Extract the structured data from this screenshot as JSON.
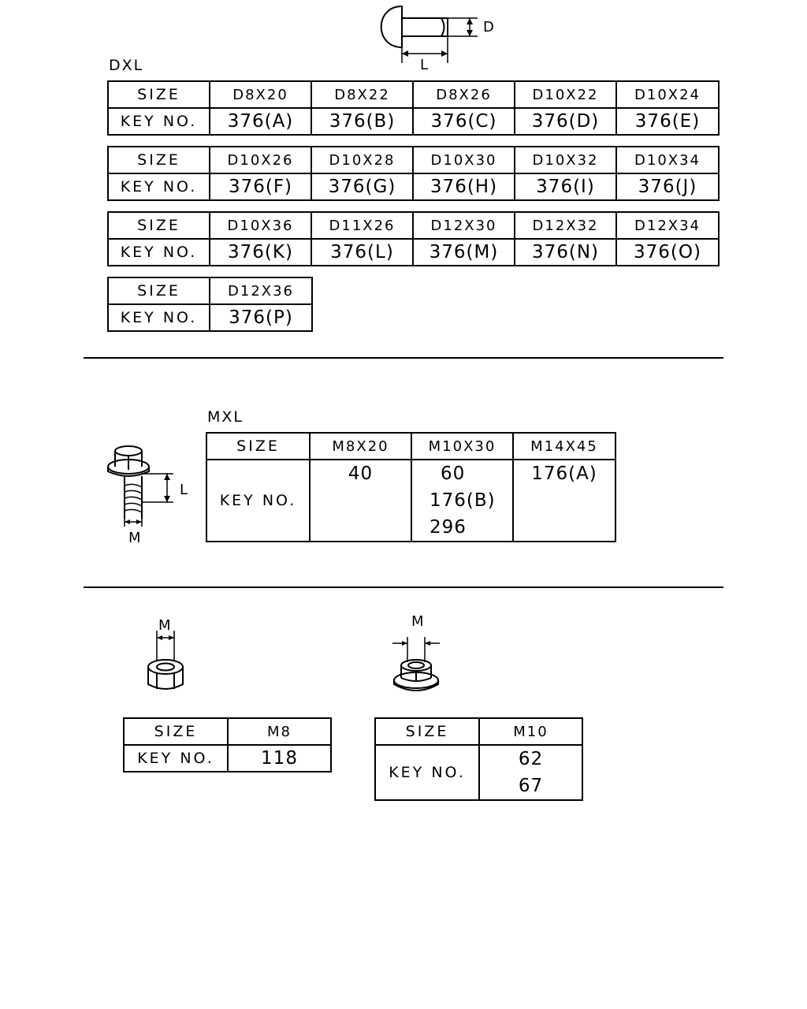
{
  "dxl": {
    "caption": "DXL",
    "dim_d": "D",
    "dim_l": "L",
    "size_label": "SIZE",
    "key_label": "KEY NO.",
    "rows": [
      [
        {
          "size": "D8X20",
          "key": "376(A)"
        },
        {
          "size": "D8X22",
          "key": "376(B)"
        },
        {
          "size": "D8X26",
          "key": "376(C)"
        },
        {
          "size": "D10X22",
          "key": "376(D)"
        },
        {
          "size": "D10X24",
          "key": "376(E)"
        }
      ],
      [
        {
          "size": "D10X26",
          "key": "376(F)"
        },
        {
          "size": "D10X28",
          "key": "376(G)"
        },
        {
          "size": "D10X30",
          "key": "376(H)"
        },
        {
          "size": "D10X32",
          "key": "376(I)"
        },
        {
          "size": "D10X34",
          "key": "376(J)"
        }
      ],
      [
        {
          "size": "D10X36",
          "key": "376(K)"
        },
        {
          "size": "D11X26",
          "key": "376(L)"
        },
        {
          "size": "D12X30",
          "key": "376(M)"
        },
        {
          "size": "D12X32",
          "key": "376(N)"
        },
        {
          "size": "D12X34",
          "key": "376(O)"
        }
      ],
      [
        {
          "size": "D12X36",
          "key": "376(P)"
        }
      ]
    ]
  },
  "mxl": {
    "caption": "MXL",
    "dim_l": "L",
    "dim_m": "M",
    "size_label": "SIZE",
    "key_label": "KEY NO.",
    "columns": [
      {
        "size": "M8X20",
        "keys": [
          "40"
        ]
      },
      {
        "size": "M10X30",
        "keys": [
          "60",
          "176(B)",
          "296"
        ]
      },
      {
        "size": "M14X45",
        "keys": [
          "176(A)"
        ]
      }
    ]
  },
  "nuts": [
    {
      "dim_m": "M",
      "size_label": "SIZE",
      "key_label": "KEY NO.",
      "size": "M8",
      "keys": [
        "118"
      ]
    },
    {
      "dim_m": "M",
      "size_label": "SIZE",
      "key_label": "KEY NO.",
      "size": "M10",
      "keys": [
        "62",
        "67"
      ]
    }
  ]
}
